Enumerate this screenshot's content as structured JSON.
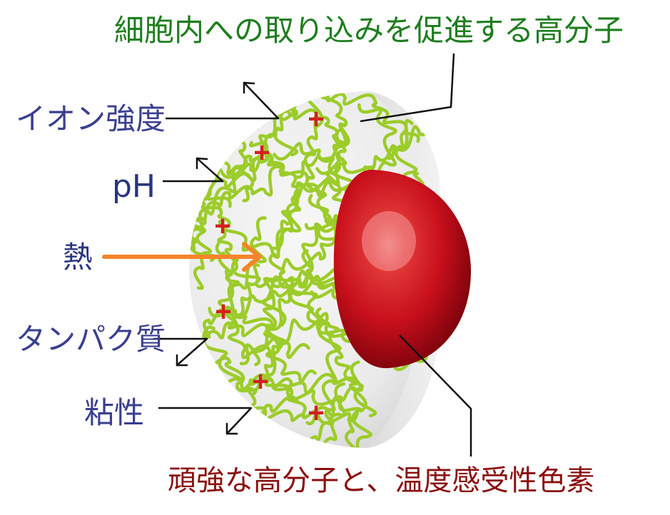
{
  "labels": {
    "top": "細胞内への取り込みを促進する高分子",
    "bottom": "頑強な高分子と、温度感受性色素",
    "ion_strength": "イオン強度",
    "ph": "pH",
    "heat": "熱",
    "protein": "タンパク質",
    "viscosity": "粘性"
  },
  "symbols": {
    "charge": "+"
  },
  "colors": {
    "top_label": "#1e7d1e",
    "bottom_label": "#8a0f0f",
    "stimulus_label": "#3a3f8f",
    "polymer_chain": "#9ccc2a",
    "charge": "#d42020",
    "core": "#c8101c",
    "heat_arrow": "#f5842a",
    "shell": "#ececec"
  }
}
